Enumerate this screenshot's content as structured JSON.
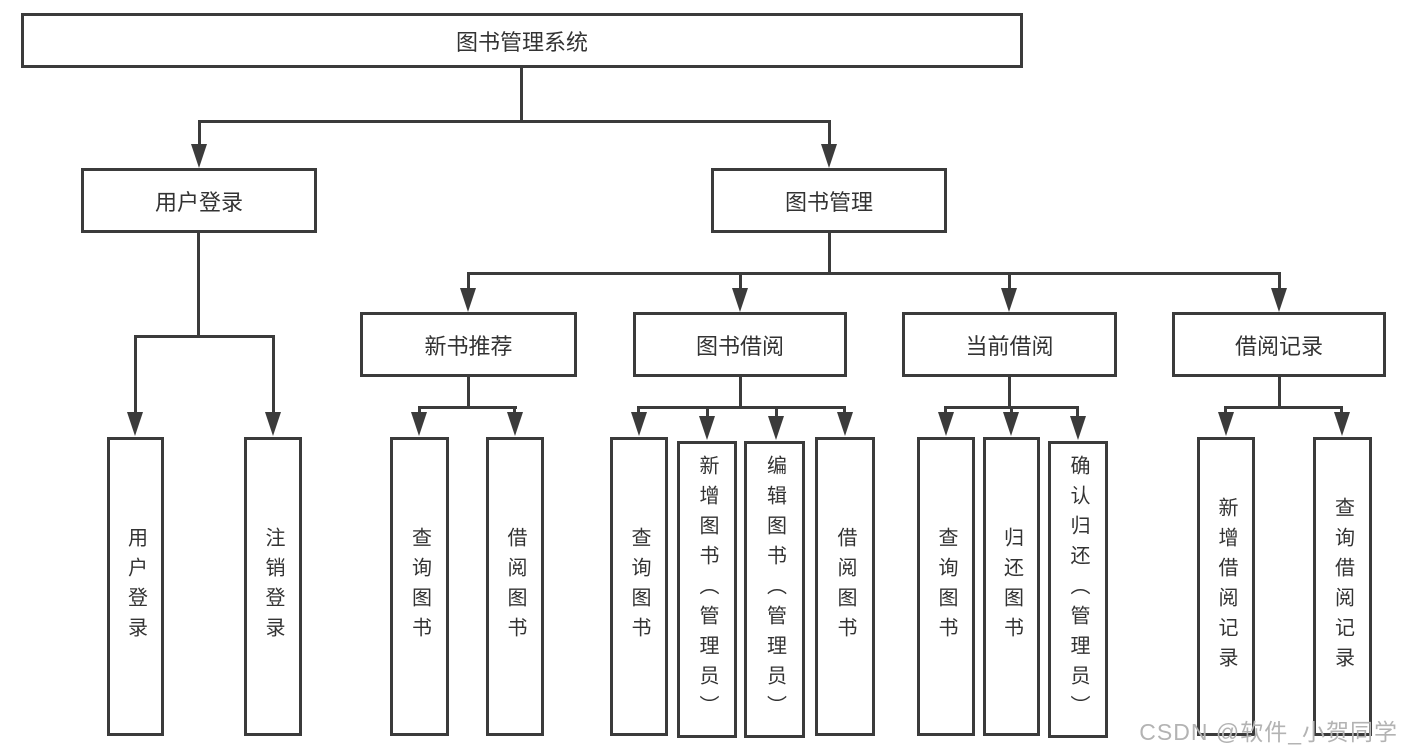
{
  "diagram": {
    "root": {
      "label": "图书管理系统"
    },
    "branches": [
      {
        "label": "用户登录",
        "children": [
          {
            "label": "用户登录"
          },
          {
            "label": "注销登录"
          }
        ]
      },
      {
        "label": "图书管理",
        "children": [
          {
            "label": "新书推荐",
            "children": [
              {
                "label": "查询图书"
              },
              {
                "label": "借阅图书"
              }
            ]
          },
          {
            "label": "图书借阅",
            "children": [
              {
                "label": "查询图书"
              },
              {
                "label": "新增图书（管理员）"
              },
              {
                "label": "编辑图书（管理员）"
              },
              {
                "label": "借阅图书"
              }
            ]
          },
          {
            "label": "当前借阅",
            "children": [
              {
                "label": "查询图书"
              },
              {
                "label": "归还图书"
              },
              {
                "label": "确认归还（管理员）"
              }
            ]
          },
          {
            "label": "借阅记录",
            "children": [
              {
                "label": "新增借阅记录"
              },
              {
                "label": "查询借阅记录"
              }
            ]
          }
        ]
      }
    ]
  },
  "watermark": {
    "text": "CSDN @软件_小贺同学"
  },
  "colors": {
    "line": "#3b3b3b",
    "text": "#333333",
    "background": "#ffffff",
    "watermark": "#b3b3b3"
  }
}
